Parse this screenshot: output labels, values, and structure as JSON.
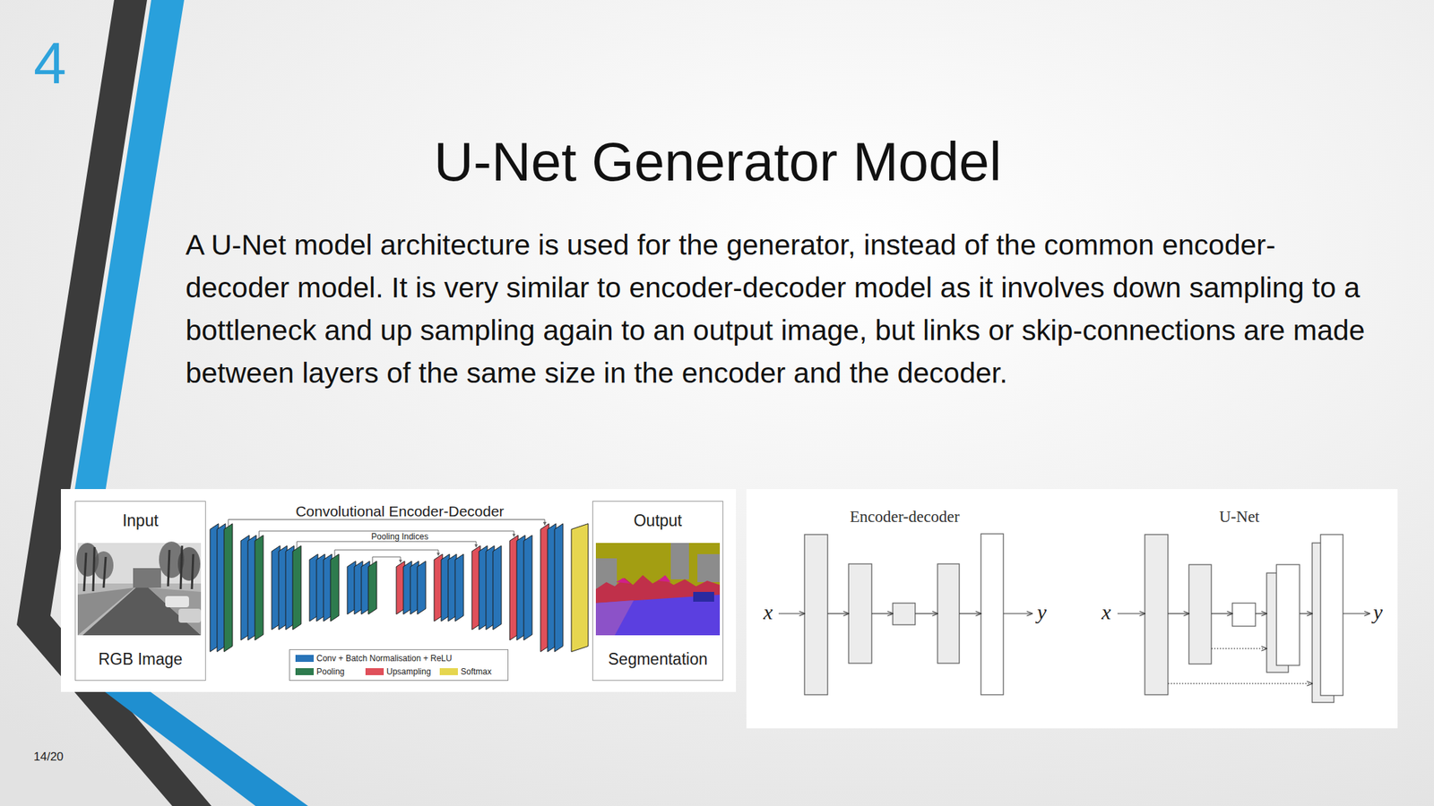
{
  "diagram": {
    "title": "U-Net Generator Model",
    "nodes": [
      {
        "text": [
          "Input",
          "RGB Image"
        ]
      },
      {
        "text": [
          "Output",
          "Segmentation"
        ]
      }
    ],
    "labels": [
      "4",
      "A U-Net model architecture is used for the generator, instead of the common encoder-decoder model. It is very similar to encoder-decoder model as it involves down sampling to a bottleneck and up sampling again to an output image, but links or skip-connections are made between layers of the same size in the encoder and the decoder.",
      "Convolutional Encoder-Decoder",
      "Pooling Indices",
      "Encoder-decoder",
      "U-Net",
      "x",
      "y",
      "x",
      "y",
      "14/20"
    ],
    "legend": [
      {
        "text": "Conv + Batch Normalisation + ReLU",
        "color": "#2874b8"
      },
      {
        "text": "Pooling",
        "color": "#2e7b4e"
      },
      {
        "text": "Upsampling",
        "color": "#e0505a"
      },
      {
        "text": "Softmax",
        "color": "#e6d64f"
      }
    ]
  }
}
